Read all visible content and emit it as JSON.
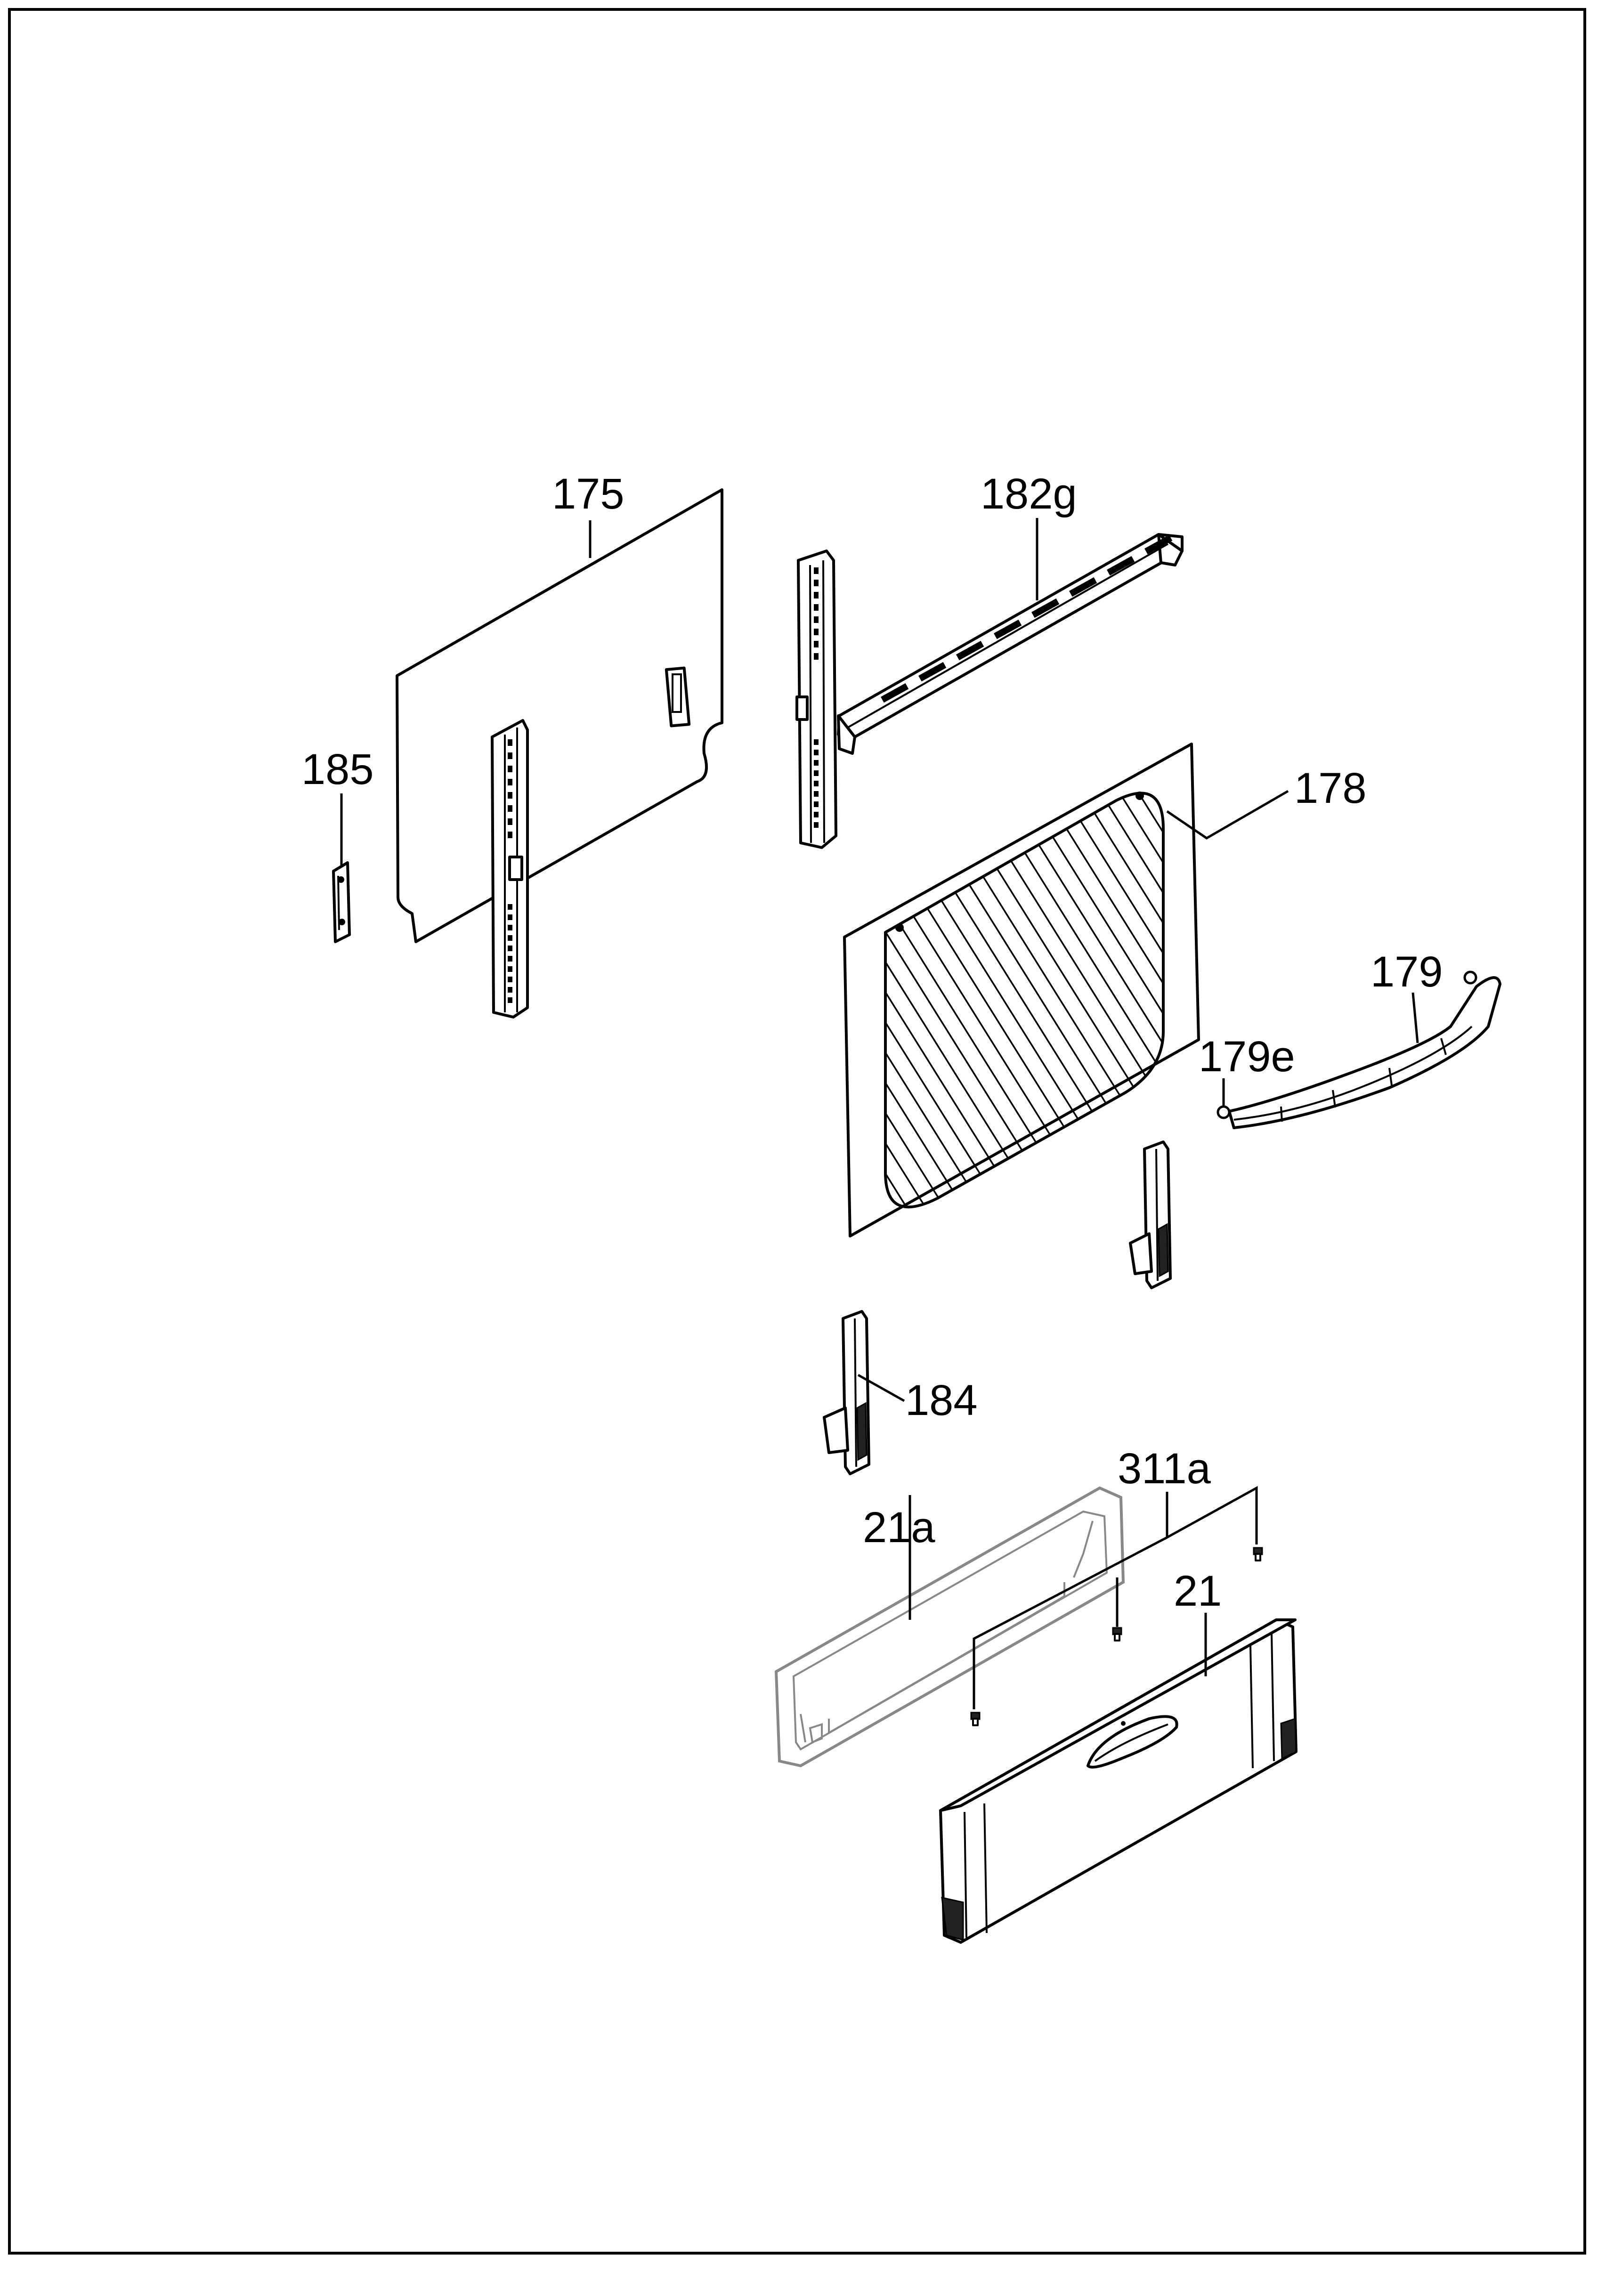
{
  "diagram": {
    "labels": {
      "p175": "175",
      "p182g": "182g",
      "p185": "185",
      "p178": "178",
      "p179": "179",
      "p179e": "179e",
      "p184": "184",
      "p311a": "311a",
      "p21a": "21a",
      "p21": "21"
    }
  }
}
